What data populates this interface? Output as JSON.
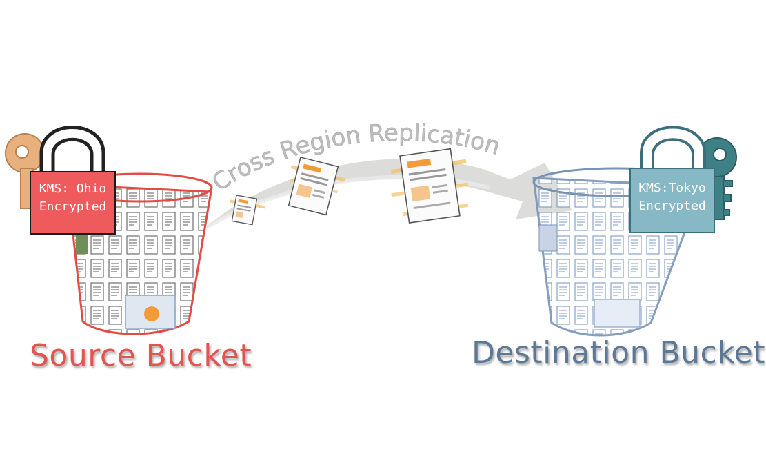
{
  "diagram": {
    "flow_label": "Cross Region Replication",
    "source": {
      "caption": "Source Bucket",
      "kms_line1": "KMS: Ohio",
      "kms_line2": "Encrypted",
      "color": "#e4544f",
      "lock_color": "#ef5a5c",
      "key_color": "#e8b07c"
    },
    "destination": {
      "caption": "Destination Bucket",
      "kms_line1": "KMS:Tokyo",
      "kms_line2": "Encrypted",
      "color": "#5b7896",
      "lock_color": "#86b8c6",
      "key_color": "#3f7f86"
    },
    "icons": [
      "key-icon",
      "padlock-icon",
      "bucket-icon",
      "document-icon",
      "arrow-icon"
    ]
  }
}
